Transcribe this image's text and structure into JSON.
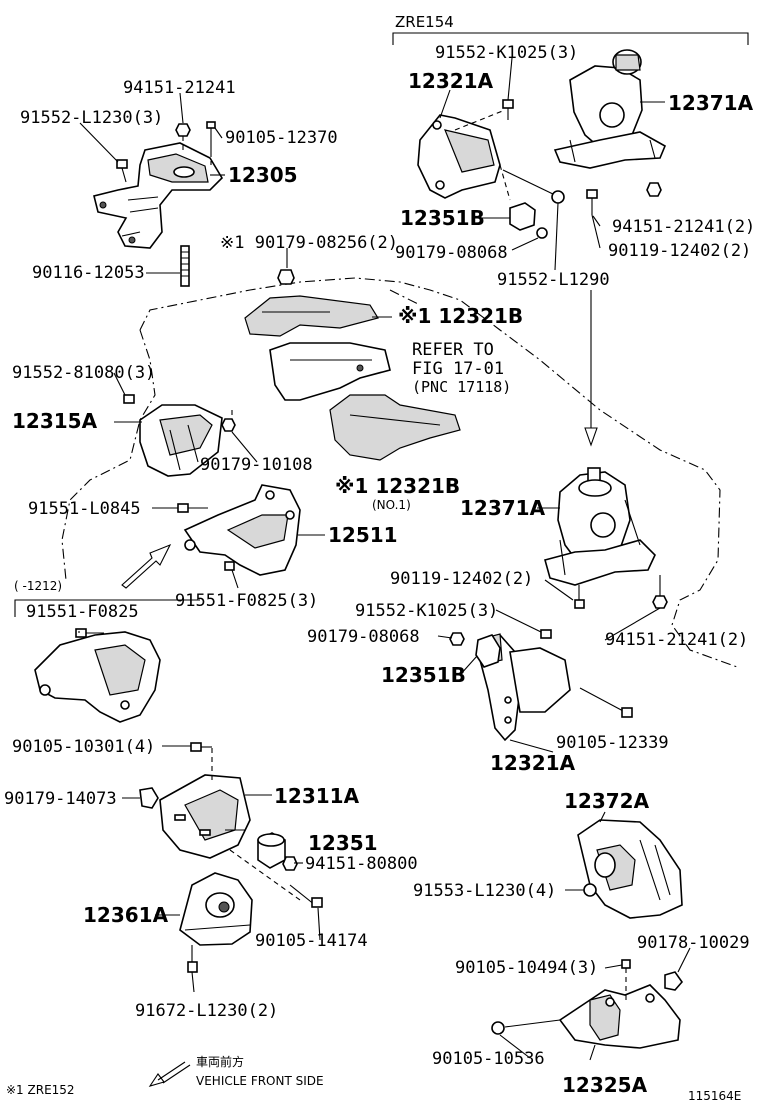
{
  "variant_header": "ZRE154",
  "labels": {
    "l01": "94151-21241",
    "l02": "91552-L1230(3)",
    "l03": "90105-12370",
    "l04": "12305",
    "l05": "90116-12053",
    "l06": "※1 90179-08256(2)",
    "l07": "91552-K1025(3)",
    "l08": "12321A",
    "l09": "12371A",
    "l10": "12351B",
    "l11": "90179-08068",
    "l12": "94151-21241(2)",
    "l13": "90119-12402(2)",
    "l14": "91552-L1290",
    "l15": "※1 12321B",
    "l16": "REFER TO",
    "l17": "FIG 17-01",
    "l18": "(PNC 17118)",
    "l19": "91552-81080(3)",
    "l20": "12315A",
    "l21": "90179-10108",
    "l22": "※1 12321B",
    "l23": "(NO.1)",
    "l24": "91551-L0845",
    "l25": "12511",
    "l26": "12371A",
    "l27": "90119-12402(2)",
    "l28": "91551-F0825(3)",
    "l29": "(      -1212)",
    "l30": "91551-F0825",
    "l31": "91552-K1025(3)",
    "l32": "90179-08068",
    "l33": "94151-21241(2)",
    "l34": "12351B",
    "l35": "90105-12339",
    "l36": "12321A",
    "l37": "90105-10301(4)",
    "l38": "90179-14073",
    "l39": "12311A",
    "l40": "12351",
    "l41": "94151-80800",
    "l42": "12361A",
    "l43": "90105-14174",
    "l44": "91672-L1230(2)",
    "l45": "12372A",
    "l46": "91553-L1230(4)",
    "l47": "90178-10029",
    "l48": "90105-10494(3)",
    "l49": "90105-10536",
    "l50": "12325A"
  },
  "footer": {
    "note": "※1 ZRE152",
    "direction_jp": "車両前方",
    "direction_en": "VEHICLE FRONT SIDE",
    "figure_id": "115164E"
  }
}
